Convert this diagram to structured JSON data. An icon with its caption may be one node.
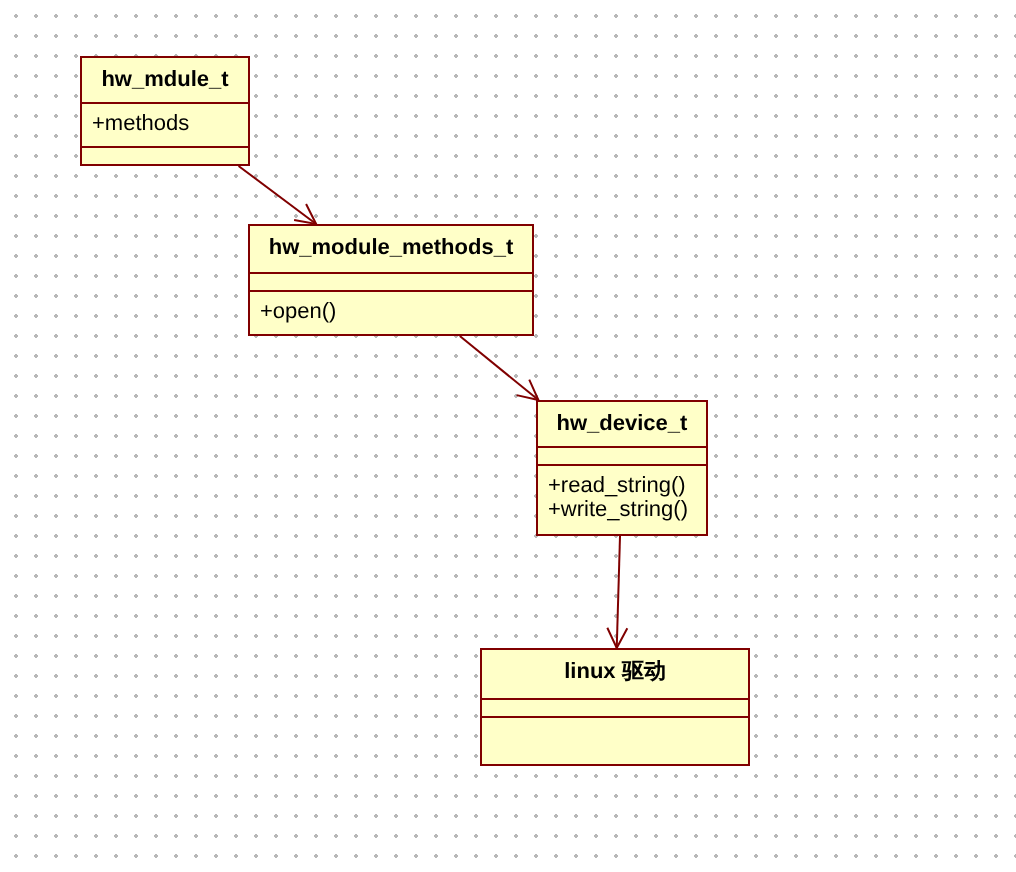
{
  "diagram": {
    "nodes": [
      {
        "text": [
          "hw_mdule_t",
          "+methods"
        ]
      },
      {
        "text": [
          "hw_module_methods_t",
          "+open()"
        ]
      },
      {
        "text": [
          "hw_device_t",
          "+read_string()",
          "+write_string()"
        ]
      },
      {
        "text": [
          "linux 驱动"
        ]
      }
    ],
    "edges": [
      {
        "from": 0,
        "to": 1,
        "arrow": "to"
      },
      {
        "from": 1,
        "to": 2,
        "arrow": "to"
      },
      {
        "from": 2,
        "to": 3,
        "arrow": "to"
      }
    ]
  }
}
